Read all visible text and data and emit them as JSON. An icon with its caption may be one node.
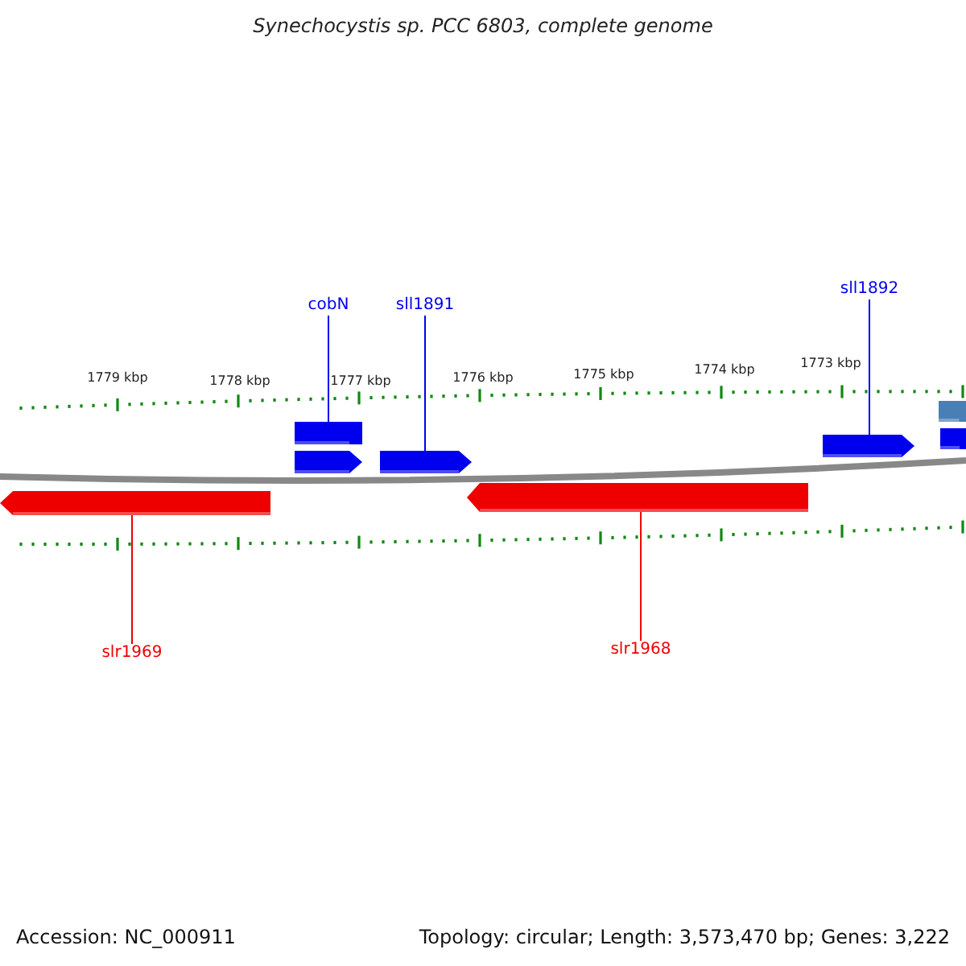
{
  "diagram": {
    "title": "Synechocystis sp. PCC 6803, complete genome",
    "nodes": [
      {
        "text": [
          "cobN"
        ]
      },
      {
        "text": [
          "sll1891"
        ]
      },
      {
        "text": [
          "sll1892"
        ]
      },
      {
        "text": [
          "slr1969"
        ]
      },
      {
        "text": [
          "slr1968"
        ]
      },
      {
        "text": [],
        "shape": "bar"
      },
      {
        "text": [],
        "shape": "pentagon"
      },
      {
        "text": [],
        "shape": "pentagon"
      },
      {
        "text": [],
        "shape": "pentagon"
      },
      {
        "text": [],
        "shape": "bar"
      },
      {
        "text": [],
        "shape": "bar"
      },
      {
        "text": [],
        "shape": "pentagon"
      },
      {
        "text": [],
        "shape": "pentagon"
      }
    ],
    "edges": [
      {
        "from": 0,
        "to": 5,
        "arrow": "none"
      },
      {
        "from": 1,
        "to": 7,
        "arrow": "none"
      },
      {
        "from": 2,
        "to": 8,
        "arrow": "none"
      },
      {
        "from": 3,
        "to": 11,
        "arrow": "none",
        "color": "#ee0000"
      },
      {
        "from": 4,
        "to": 12,
        "arrow": "none",
        "color": "#ee0000"
      }
    ],
    "labels": [
      "1779 kbp",
      "1778 kbp",
      "1777 kbp",
      "1776 kbp",
      "1775 kbp",
      "1774 kbp",
      "1773 kbp",
      "Accession: NC_000911",
      "Topology: circular; Length: 3,573,470 bp; Genes: 3,222"
    ]
  }
}
